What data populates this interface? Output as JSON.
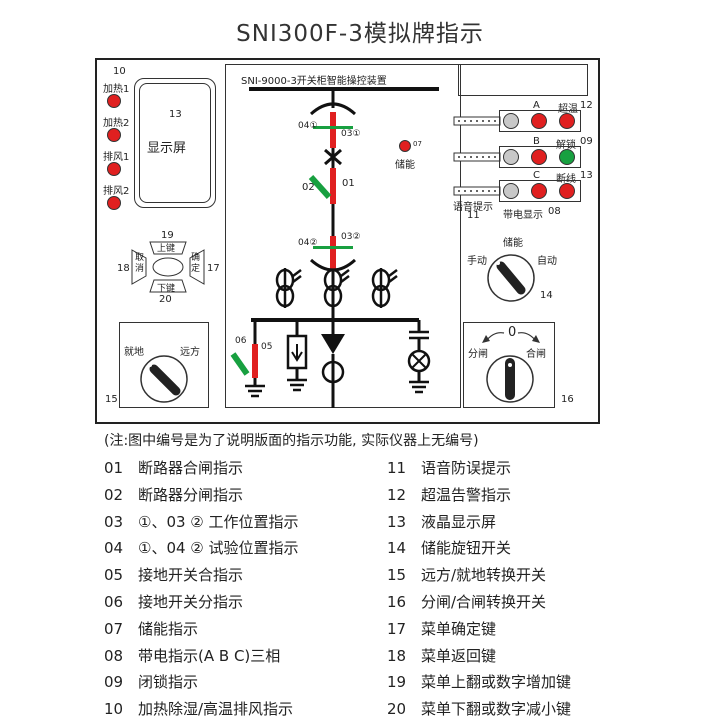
{
  "title": "SNI300F-3模拟牌指示",
  "panel": {
    "device_title": "SNI-9000-3开关柜智能操控装置",
    "left": {
      "num_10": "10",
      "leds": [
        "加热1",
        "加热2",
        "排风1",
        "排风2"
      ],
      "display_num": "13",
      "display_label": "显示屏",
      "keys": {
        "num_top": "19",
        "up": "上键",
        "num_left": "18",
        "cancel": "取消",
        "confirm": "确定",
        "num_right": "17",
        "down": "下键",
        "num_bottom": "20"
      },
      "switch15": {
        "left": "就地",
        "right": "远方",
        "num": "15"
      }
    },
    "center": {
      "label_04_1": "04①",
      "label_03_1": "03①",
      "label_01": "01",
      "label_02": "02",
      "label_04_2": "04②",
      "label_03_2": "03②",
      "label_06": "06",
      "label_05": "05",
      "led07_num": "07",
      "led07_label": "储能"
    },
    "right": {
      "phases": [
        "A",
        "B",
        "C"
      ],
      "row_labels": [
        "超温",
        "解锁",
        "断线"
      ],
      "row_nums": [
        "12",
        "09",
        "13"
      ],
      "voice_label": "语音提示",
      "voice_num": "11",
      "live_label": "带电显示",
      "live_num": "08",
      "energy": {
        "top": "储能",
        "left": "手动",
        "right": "自动",
        "num": "14"
      },
      "switch16": {
        "zero": "0",
        "left": "分闸",
        "right": "合闸",
        "num": "16"
      }
    }
  },
  "note": "(注:图中编号是为了说明版面的指示功能, 实际仪器上无编号)",
  "legend": [
    {
      "num": "01",
      "text": "断路器合闸指示"
    },
    {
      "num": "02",
      "text": "断路器分闸指示"
    },
    {
      "num": "03",
      "text": "①、03 ② 工作位置指示"
    },
    {
      "num": "04",
      "text": "①、04 ② 试验位置指示"
    },
    {
      "num": "05",
      "text": "接地开关合指示"
    },
    {
      "num": "06",
      "text": "接地开关分指示"
    },
    {
      "num": "07",
      "text": "储能指示"
    },
    {
      "num": "08",
      "text": "带电指示(A  B  C)三相"
    },
    {
      "num": "09",
      "text": "闭锁指示"
    },
    {
      "num": "10",
      "text": "加热除湿/高温排风指示"
    },
    {
      "num": "11",
      "text": "语音防误提示"
    },
    {
      "num": "12",
      "text": "超温告警指示"
    },
    {
      "num": "13",
      "text": "液晶显示屏"
    },
    {
      "num": "14",
      "text": "储能旋钮开关"
    },
    {
      "num": "15",
      "text": "远方/就地转换开关"
    },
    {
      "num": "16",
      "text": "分闸/合闸转换开关"
    },
    {
      "num": "17",
      "text": "菜单确定键"
    },
    {
      "num": "18",
      "text": "菜单返回键"
    },
    {
      "num": "19",
      "text": "菜单上翻或数字增加键"
    },
    {
      "num": "20",
      "text": "菜单下翻或数字减小键"
    }
  ]
}
